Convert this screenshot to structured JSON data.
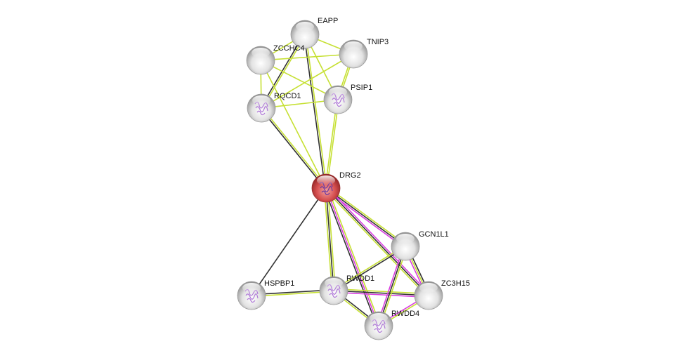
{
  "edge_colors": {
    "textmining": "#c6e033",
    "coexpression": "#333333",
    "experiments": "#d93fe0"
  },
  "node_colors": {
    "default": "#d9d9d9",
    "query": "#d65050"
  },
  "nodes": [
    {
      "id": "EAPP",
      "label": "EAPP",
      "query": false,
      "structure": false
    },
    {
      "id": "ZCCHC4",
      "label": "ZCCHC4",
      "query": false,
      "structure": false
    },
    {
      "id": "TNIP3",
      "label": "TNIP3",
      "query": false,
      "structure": false
    },
    {
      "id": "RQCD1",
      "label": "RQCD1",
      "query": false,
      "structure": true
    },
    {
      "id": "PSIP1",
      "label": "PSIP1",
      "query": false,
      "structure": true
    },
    {
      "id": "DRG2",
      "label": "DRG2",
      "query": true,
      "structure": true
    },
    {
      "id": "GCN1L1",
      "label": "GCN1L1",
      "query": false,
      "structure": false
    },
    {
      "id": "ZC3H15",
      "label": "ZC3H15",
      "query": false,
      "structure": false
    },
    {
      "id": "HSPBP1",
      "label": "HSPBP1",
      "query": false,
      "structure": true
    },
    {
      "id": "RWDD1",
      "label": "RWDD1",
      "query": false,
      "structure": true
    },
    {
      "id": "RWDD4",
      "label": "RWDD4",
      "query": false,
      "structure": true
    }
  ],
  "edges": [
    {
      "a": "EAPP",
      "b": "ZCCHC4",
      "types": [
        "textmining"
      ]
    },
    {
      "a": "EAPP",
      "b": "TNIP3",
      "types": [
        "textmining"
      ]
    },
    {
      "a": "EAPP",
      "b": "PSIP1",
      "types": [
        "textmining"
      ]
    },
    {
      "a": "EAPP",
      "b": "RQCD1",
      "types": [
        "textmining",
        "coexpression"
      ]
    },
    {
      "a": "EAPP",
      "b": "DRG2",
      "types": [
        "textmining",
        "coexpression"
      ]
    },
    {
      "a": "ZCCHC4",
      "b": "TNIP3",
      "types": [
        "textmining"
      ]
    },
    {
      "a": "ZCCHC4",
      "b": "PSIP1",
      "types": [
        "textmining"
      ]
    },
    {
      "a": "ZCCHC4",
      "b": "RQCD1",
      "types": [
        "textmining"
      ]
    },
    {
      "a": "ZCCHC4",
      "b": "DRG2",
      "types": [
        "textmining"
      ]
    },
    {
      "a": "TNIP3",
      "b": "PSIP1",
      "types": [
        "textmining",
        "textmining"
      ]
    },
    {
      "a": "TNIP3",
      "b": "RQCD1",
      "types": [
        "textmining"
      ]
    },
    {
      "a": "RQCD1",
      "b": "PSIP1",
      "types": [
        "textmining"
      ]
    },
    {
      "a": "RQCD1",
      "b": "DRG2",
      "types": [
        "textmining",
        "coexpression"
      ]
    },
    {
      "a": "PSIP1",
      "b": "DRG2",
      "types": [
        "textmining",
        "textmining"
      ]
    },
    {
      "a": "DRG2",
      "b": "HSPBP1",
      "types": [
        "coexpression"
      ]
    },
    {
      "a": "DRG2",
      "b": "RWDD1",
      "types": [
        "textmining",
        "coexpression",
        "textmining"
      ]
    },
    {
      "a": "DRG2",
      "b": "RWDD4",
      "types": [
        "textmining",
        "experiments",
        "coexpression"
      ]
    },
    {
      "a": "DRG2",
      "b": "GCN1L1",
      "types": [
        "textmining",
        "coexpression",
        "experiments"
      ]
    },
    {
      "a": "DRG2",
      "b": "ZC3H15",
      "types": [
        "experiments",
        "coexpression",
        "textmining"
      ]
    },
    {
      "a": "HSPBP1",
      "b": "RWDD1",
      "types": [
        "coexpression",
        "textmining"
      ]
    },
    {
      "a": "RWDD1",
      "b": "GCN1L1",
      "types": [
        "textmining",
        "coexpression"
      ]
    },
    {
      "a": "RWDD1",
      "b": "ZC3H15",
      "types": [
        "textmining",
        "coexpression",
        "experiments"
      ]
    },
    {
      "a": "RWDD1",
      "b": "RWDD4",
      "types": [
        "coexpression",
        "textmining"
      ]
    },
    {
      "a": "GCN1L1",
      "b": "ZC3H15",
      "types": [
        "coexpression",
        "textmining",
        "experiments"
      ]
    },
    {
      "a": "GCN1L1",
      "b": "RWDD4",
      "types": [
        "textmining",
        "coexpression",
        "experiments"
      ]
    },
    {
      "a": "ZC3H15",
      "b": "RWDD4",
      "types": [
        "textmining",
        "experiments"
      ]
    }
  ]
}
